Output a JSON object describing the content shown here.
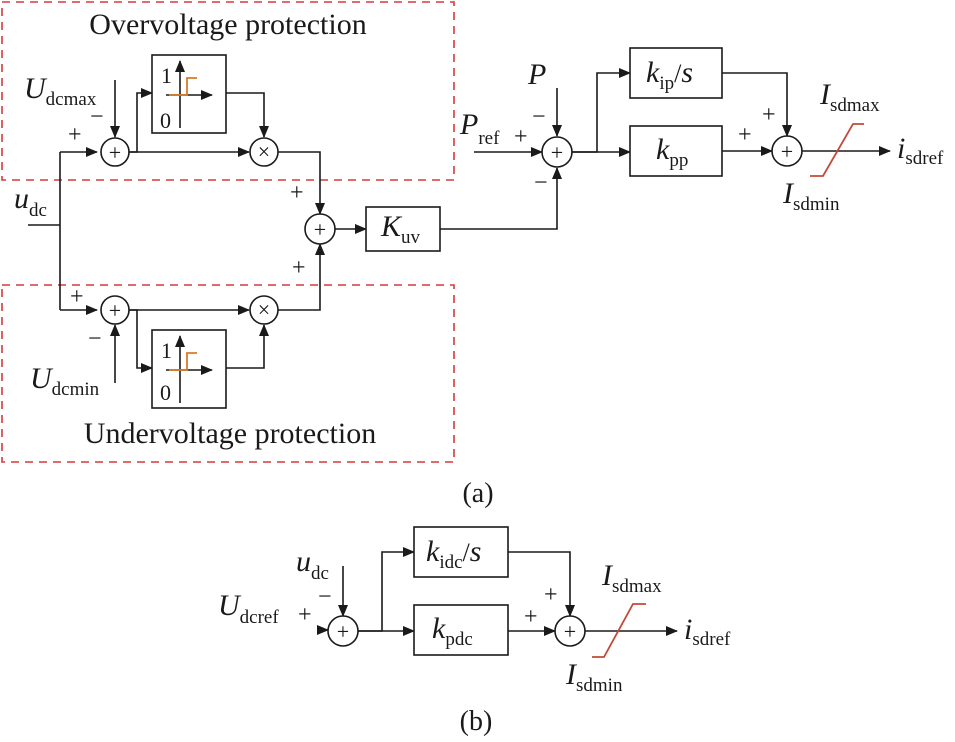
{
  "colors": {
    "protection_box": "#d63a3a",
    "limiter": "#c24a3a",
    "step_curve": "#d77a2a"
  },
  "panel_a": {
    "caption": "(a)",
    "overvoltage_title": "Overvoltage protection",
    "undervoltage_title": "Undervoltage protection",
    "udcmax": {
      "main": "U",
      "sub": "dcmax"
    },
    "udcmin": {
      "main": "U",
      "sub": "dcmin"
    },
    "udc": {
      "main": "u",
      "sub": "dc"
    },
    "step_high": "1",
    "step_low": "0",
    "kuv": {
      "main": "K",
      "sub": "uv"
    },
    "p": {
      "main": "P"
    },
    "pref": {
      "main": "P",
      "sub": "ref"
    },
    "kip": {
      "main": "k",
      "sub": "ip",
      "div": "/",
      "s": "s"
    },
    "kpp": {
      "main": "k",
      "sub": "pp"
    },
    "isdmax": {
      "main": "I",
      "sub1": "s",
      "sub2": "d",
      "sub3": "max"
    },
    "isdmin": {
      "main": "I",
      "sub1": "s",
      "sub2": "d",
      "sub3": "min"
    },
    "isdref": {
      "main": "i",
      "sub1": "s",
      "sub2": "d",
      "sub3": "ref"
    },
    "plus": "+",
    "minus": "−",
    "times": "×",
    "sum_plus": "+"
  },
  "panel_b": {
    "caption": "(b)",
    "udc": {
      "main": "u",
      "sub": "dc"
    },
    "udcref": {
      "main": "U",
      "sub": "dcref"
    },
    "kidc": {
      "main": "k",
      "sub": "idc",
      "div": "/",
      "s": "s"
    },
    "kpdc": {
      "main": "k",
      "sub": "pdc"
    },
    "isdmax": {
      "main": "I",
      "sub1": "s",
      "sub2": "d",
      "sub3": "max"
    },
    "isdmin": {
      "main": "I",
      "sub1": "s",
      "sub2": "d",
      "sub3": "min"
    },
    "isdref": {
      "main": "i",
      "sub1": "s",
      "sub2": "d",
      "sub3": "ref"
    },
    "plus": "+",
    "minus": "−"
  }
}
